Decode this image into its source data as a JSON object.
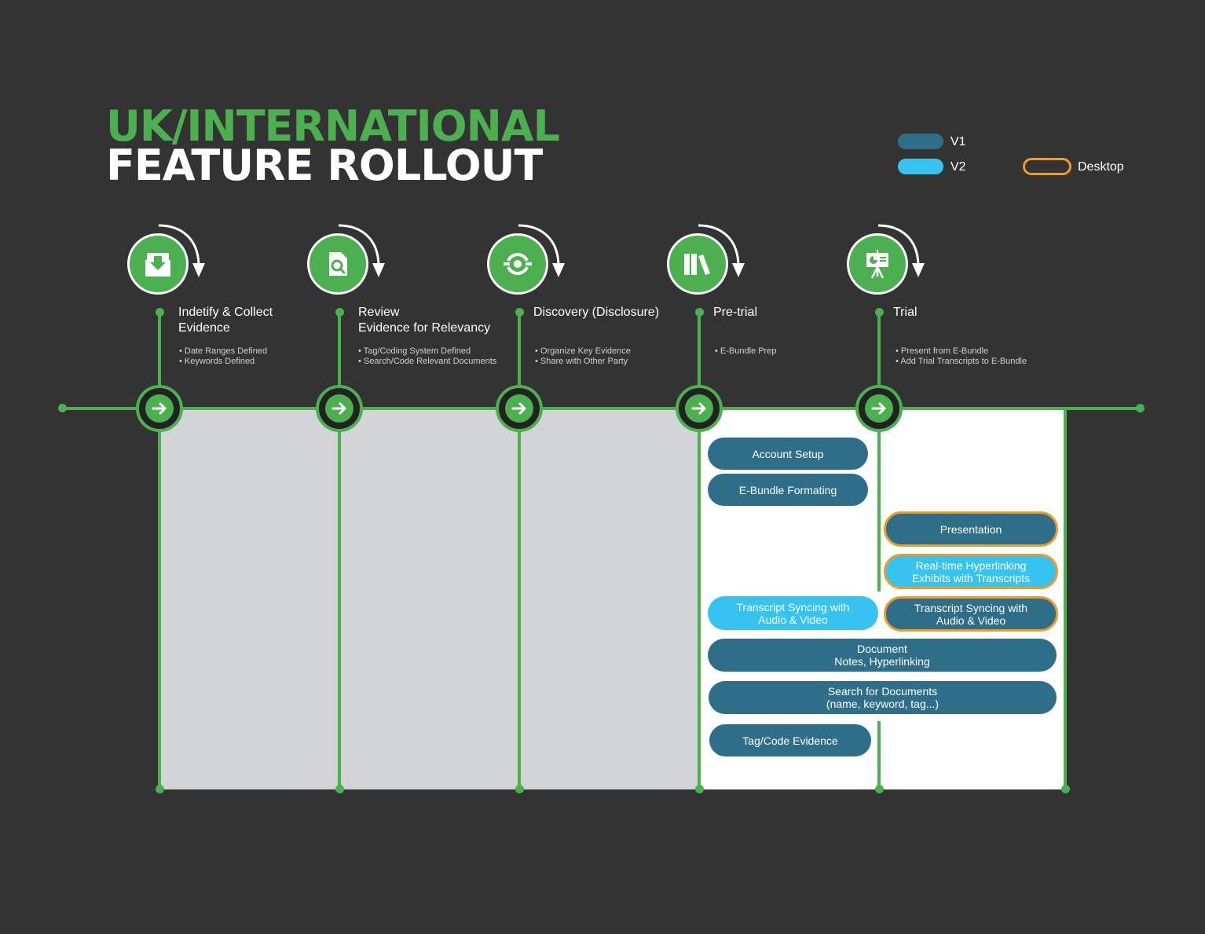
{
  "title": {
    "line1": "UK/INTERNATIONAL",
    "line2": "FEATURE ROLLOUT"
  },
  "colors": {
    "background": "#333333",
    "green": "#4caf50",
    "v1": "#2f6e89",
    "v2": "#37c3f0",
    "desktop": "#f09a2a",
    "gray_panel": "#d3d4d6"
  },
  "legend": {
    "v1": "V1",
    "v2": "V2",
    "desktop": "Desktop"
  },
  "stages": [
    {
      "icon": "inbox-download-icon",
      "title_line1": "Indetify & Collect",
      "title_line2": "Evidence",
      "bullets": [
        "• Date Ranges Defined",
        "• Keywords Defined"
      ],
      "status": "gray"
    },
    {
      "icon": "document-search-icon",
      "title_line1": "Review",
      "title_line2": "Evidence for Relevancy",
      "bullets": [
        "• Tag/Coding System Defined",
        "• Search/Code Relevant Documents"
      ],
      "status": "gray"
    },
    {
      "icon": "share-sync-icon",
      "title_line1": "Discovery (Disclosure)",
      "title_line2": "",
      "bullets": [
        "• Organize Key Evidence",
        "• Share with Other Party"
      ],
      "status": "gray"
    },
    {
      "icon": "books-icon",
      "title_line1": "Pre-trial",
      "title_line2": "",
      "bullets": [
        "• E-Bundle Prep"
      ],
      "status": "active"
    },
    {
      "icon": "presentation-easel-icon",
      "title_line1": "Trial",
      "title_line2": "",
      "bullets": [
        "• Present from E-Bundle",
        "• Add Trial Transcripts to E-Bundle"
      ],
      "status": "active"
    }
  ],
  "features": {
    "account_setup": "Account Setup",
    "ebundle_formating": "E-Bundle Formating",
    "presentation": "Presentation",
    "realtime_line1": "Real-time Hyperlinking",
    "realtime_line2": "Exhibits with Transcripts",
    "transcript_v2_line1": "Transcript Syncing with",
    "transcript_v2_line2": "Audio & Video",
    "transcript_desk_line1": "Transcript Syncing with",
    "transcript_desk_line2": "Audio & Video",
    "document_line1": "Document",
    "document_line2": "Notes, Hyperlinking",
    "search_line1": "Search for Documents",
    "search_line2": "(name, keyword, tag...)",
    "tag_code": "Tag/Code Evidence"
  }
}
